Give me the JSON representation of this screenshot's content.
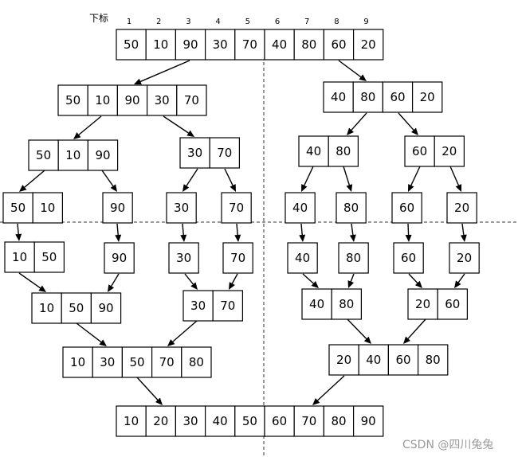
{
  "index_label": "下标",
  "indices": [
    "1",
    "2",
    "3",
    "4",
    "5",
    "6",
    "7",
    "8",
    "9"
  ],
  "watermark": "CSDN @四川兔兔",
  "arrays": {
    "root": [
      "50",
      "10",
      "90",
      "30",
      "70",
      "40",
      "80",
      "60",
      "20"
    ],
    "L": [
      "50",
      "10",
      "90",
      "30",
      "70"
    ],
    "R": [
      "40",
      "80",
      "60",
      "20"
    ],
    "LL": [
      "50",
      "10",
      "90"
    ],
    "LR": [
      "30",
      "70"
    ],
    "RL": [
      "40",
      "80"
    ],
    "RR": [
      "60",
      "20"
    ],
    "d1": [
      "50",
      "10"
    ],
    "d2": [
      "90"
    ],
    "d3": [
      "30"
    ],
    "d4": [
      "70"
    ],
    "d5": [
      "40"
    ],
    "d6": [
      "80"
    ],
    "d7": [
      "60"
    ],
    "d8": [
      "20"
    ],
    "u1": [
      "10",
      "50"
    ],
    "u2": [
      "90"
    ],
    "u3": [
      "30"
    ],
    "u4": [
      "70"
    ],
    "u5": [
      "40"
    ],
    "u6": [
      "80"
    ],
    "u7": [
      "60"
    ],
    "u8": [
      "20"
    ],
    "m1": [
      "10",
      "50",
      "90"
    ],
    "m2": [
      "30",
      "70"
    ],
    "m3": [
      "40",
      "80"
    ],
    "m4": [
      "20",
      "60"
    ],
    "n1": [
      "10",
      "30",
      "50",
      "70",
      "80"
    ],
    "n2": [
      "20",
      "40",
      "60",
      "80"
    ],
    "final": [
      "10",
      "20",
      "30",
      "40",
      "50",
      "60",
      "70",
      "80",
      "90"
    ]
  }
}
